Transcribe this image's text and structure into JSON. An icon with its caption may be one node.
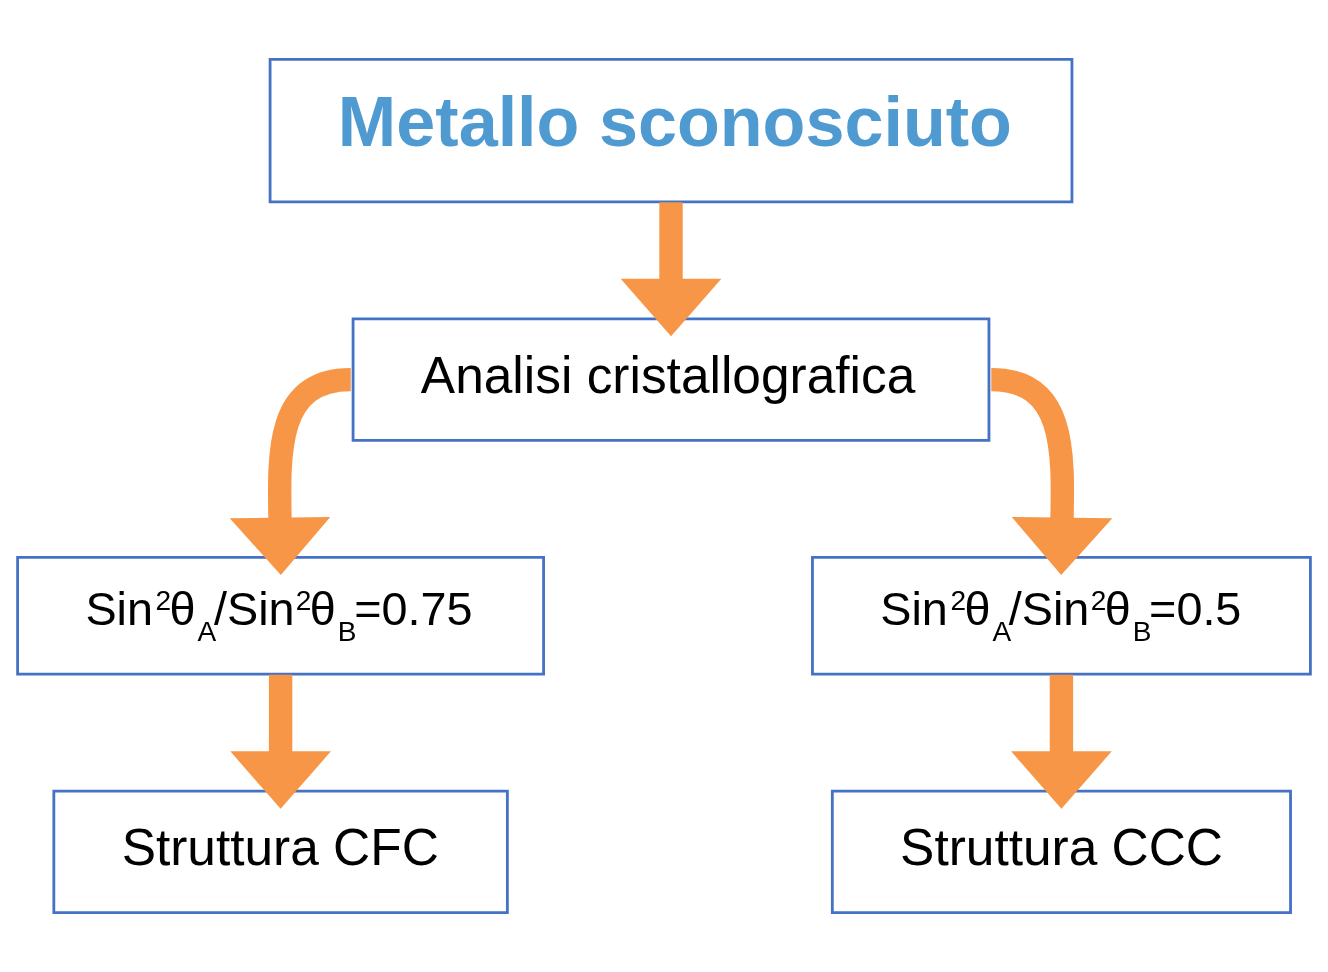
{
  "diagram": {
    "nodes": [
      {
        "text": [
          "Metallo sconosciuto"
        ]
      },
      {
        "text": [
          "Analisi cristallografica"
        ]
      },
      {
        "text": [
          "Sin$^{2}$θ$_{A}$/Sin$^{2}$θ$_{B}$=0.75"
        ]
      },
      {
        "text": [
          "Sin$^{2}$θ$_{A}$/Sin$^{2}$θ$_{B}$=0.5"
        ]
      },
      {
        "text": [
          "Struttura CFC"
        ]
      },
      {
        "text": [
          "Struttura CCC"
        ]
      }
    ],
    "edges": [
      {
        "from": 0,
        "to": 1,
        "arrow": "to"
      },
      {
        "from": 1,
        "to": 2,
        "arrow": "to"
      },
      {
        "from": 1,
        "to": 3,
        "arrow": "to"
      },
      {
        "from": 2,
        "to": 4,
        "arrow": "to"
      },
      {
        "from": 3,
        "to": 5,
        "arrow": "to"
      }
    ]
  }
}
